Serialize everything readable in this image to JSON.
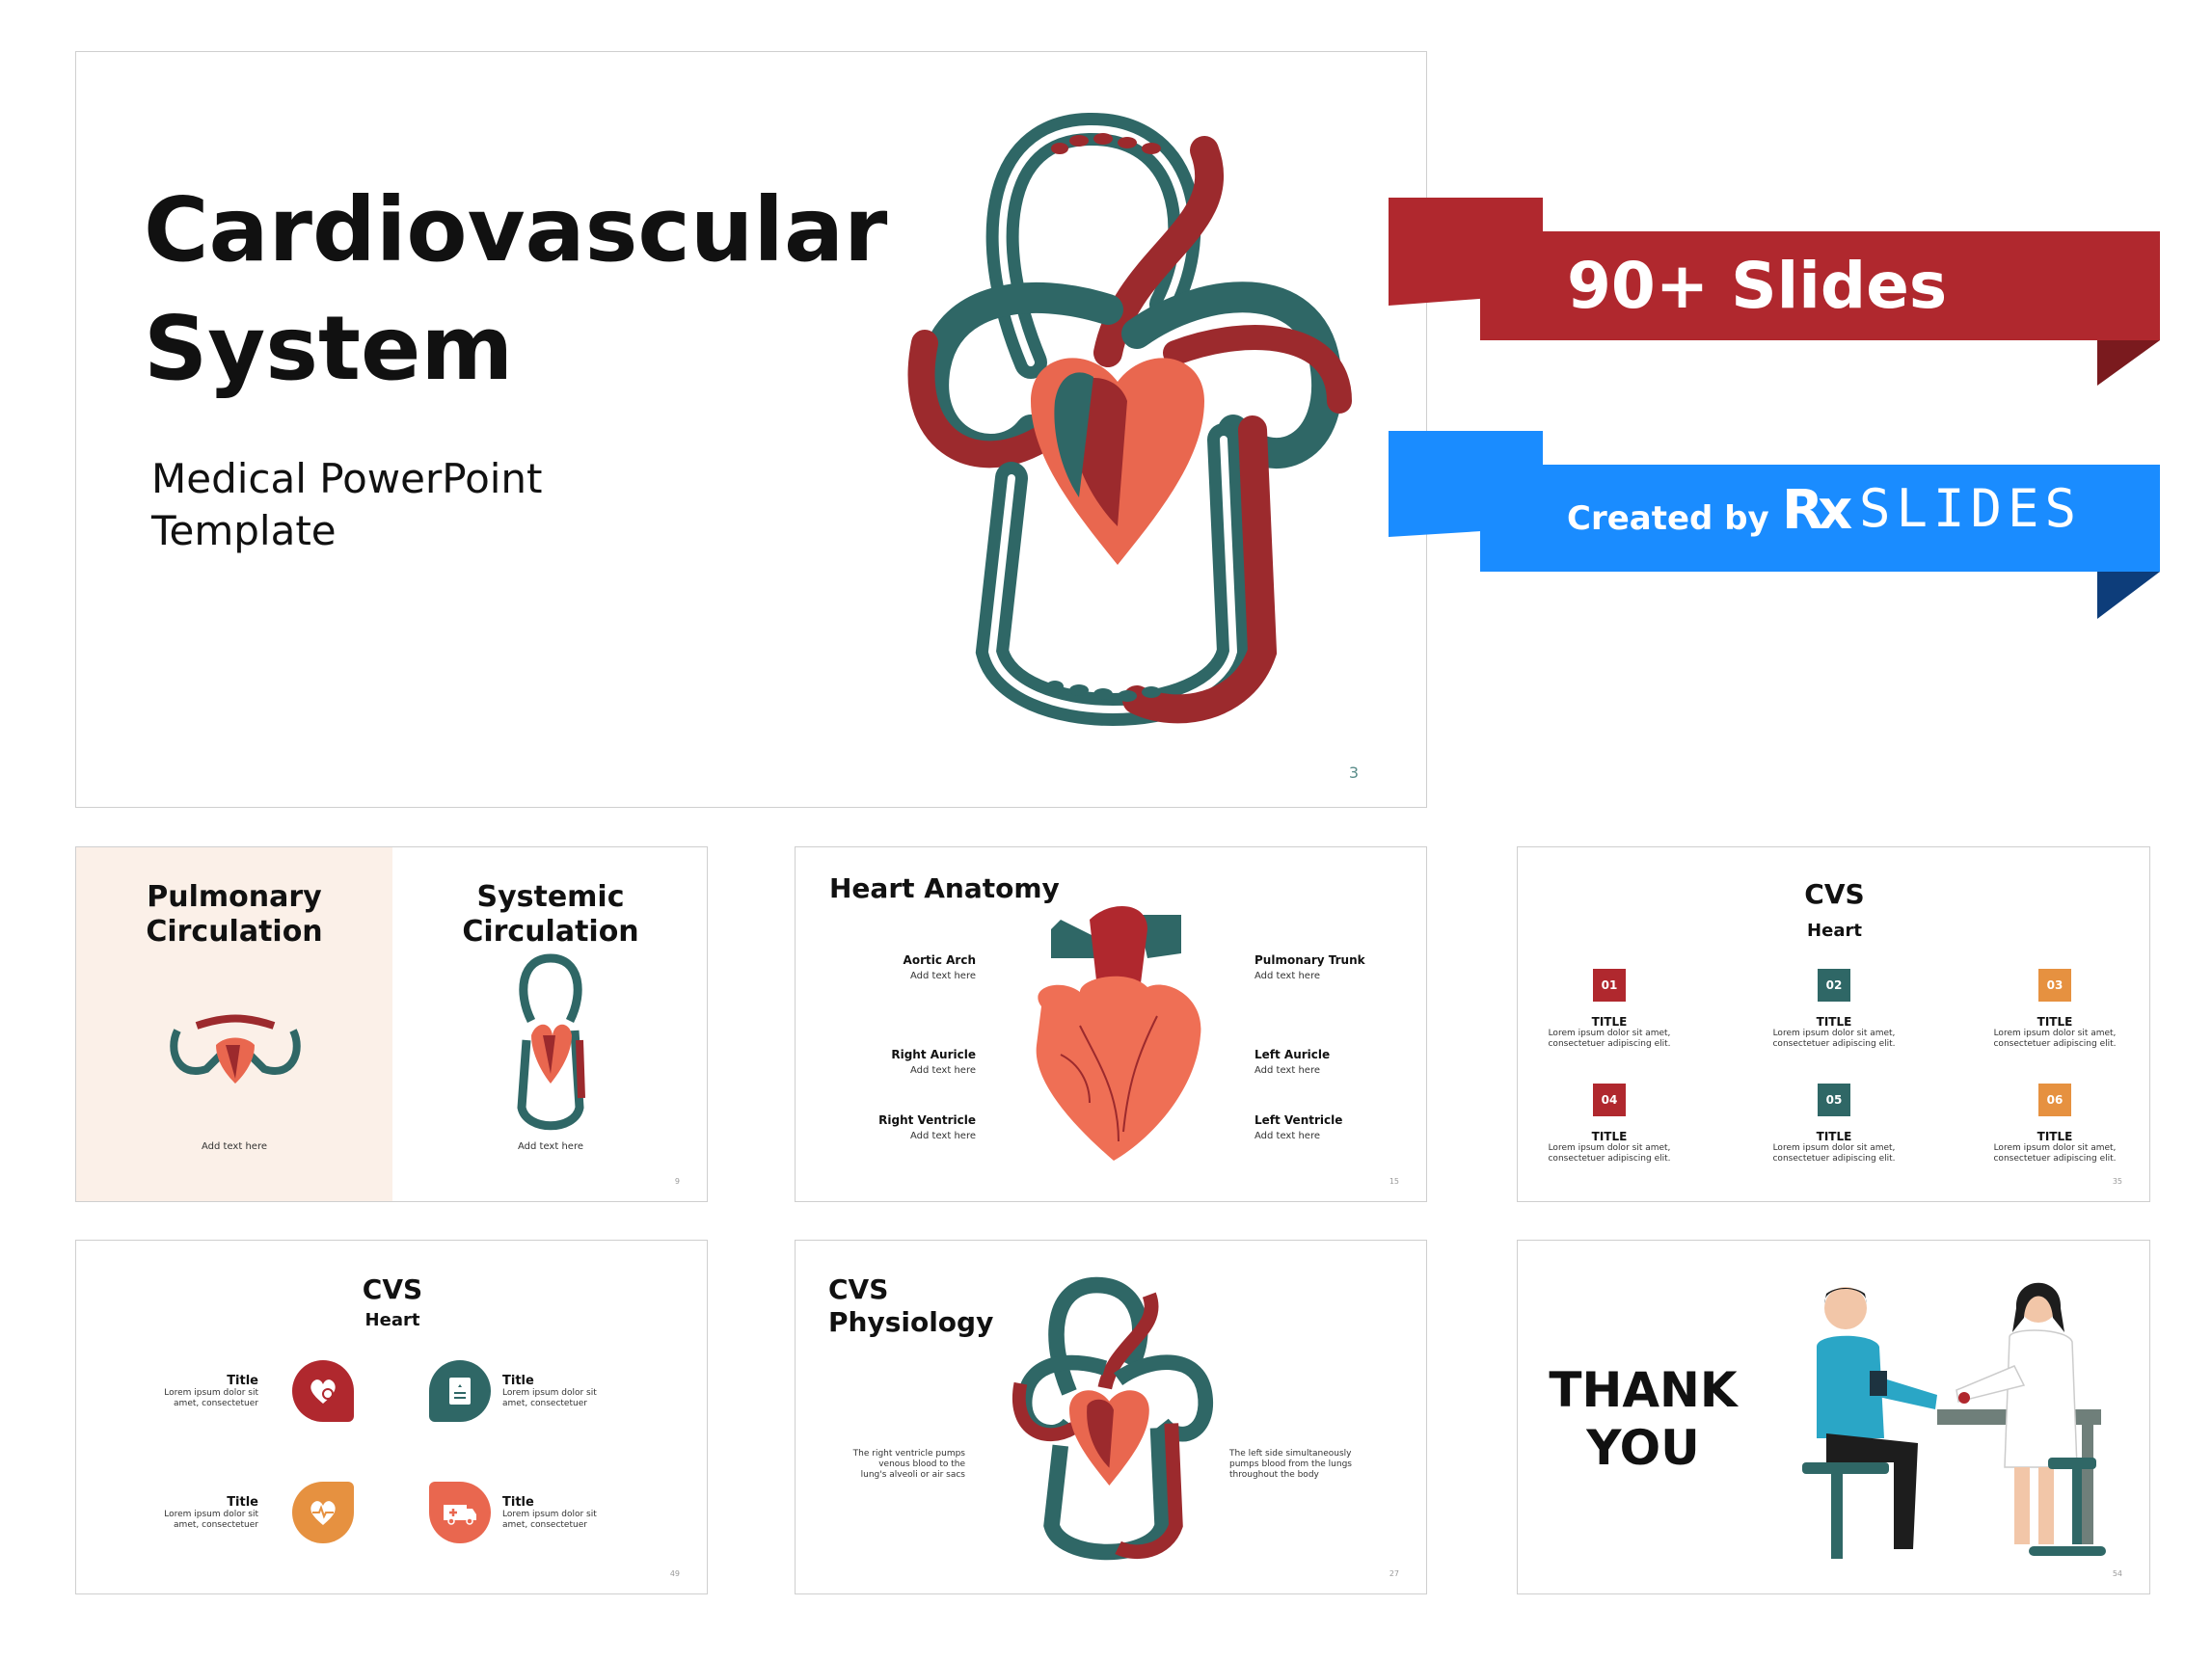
{
  "main_slide": {
    "title_line1": "Cardiovascular",
    "title_line2": "System",
    "subtitle_line1": "Medical PowerPoint",
    "subtitle_line2": "Template",
    "page_number": "3"
  },
  "banners": {
    "slides_count": "90+ Slides",
    "created_by": "Created by",
    "brand_rx": "Rx",
    "brand_name": "SLIDES",
    "red": "#b0282e",
    "blue": "#1a8cff"
  },
  "colors": {
    "teal": "#2f6766",
    "dark_red": "#9c2a2d",
    "salmon": "#e9674f",
    "orange": "#e69140",
    "cream": "#fbf0e8"
  },
  "thumb_circulation": {
    "left_title_1": "Pulmonary",
    "left_title_2": "Circulation",
    "left_caption": "Add text here",
    "right_title_1": "Systemic",
    "right_title_2": "Circulation",
    "right_caption": "Add text here",
    "page_number": "9"
  },
  "thumb_anatomy": {
    "title": "Heart Anatomy",
    "labels": [
      {
        "name": "Aortic Arch",
        "caption": "Add text here"
      },
      {
        "name": "Right Auricle",
        "caption": "Add text here"
      },
      {
        "name": "Right Ventricle",
        "caption": "Add text here"
      },
      {
        "name": "Pulmonary Trunk",
        "caption": "Add text here"
      },
      {
        "name": "Left Auricle",
        "caption": "Add text here"
      },
      {
        "name": "Left Ventricle",
        "caption": "Add text here"
      }
    ],
    "page_number": "15"
  },
  "thumb_cvs_grid": {
    "title": "CVS",
    "subtitle": "Heart",
    "items": [
      {
        "num": "01",
        "title": "TITLE",
        "text1": "Lorem ipsum dolor sit amet,",
        "text2": "consectetuer adipiscing elit."
      },
      {
        "num": "02",
        "title": "TITLE",
        "text1": "Lorem ipsum dolor sit amet,",
        "text2": "consectetuer adipiscing elit."
      },
      {
        "num": "03",
        "title": "TITLE",
        "text1": "Lorem ipsum dolor sit amet,",
        "text2": "consectetuer adipiscing elit."
      },
      {
        "num": "04",
        "title": "TITLE",
        "text1": "Lorem ipsum dolor sit amet,",
        "text2": "consectetuer adipiscing elit."
      },
      {
        "num": "05",
        "title": "TITLE",
        "text1": "Lorem ipsum dolor sit amet,",
        "text2": "consectetuer adipiscing elit."
      },
      {
        "num": "06",
        "title": "TITLE",
        "text1": "Lorem ipsum dolor sit amet,",
        "text2": "consectetuer adipiscing elit."
      }
    ],
    "page_number": "35"
  },
  "thumb_cvs_icons": {
    "title": "CVS",
    "subtitle": "Heart",
    "items": [
      {
        "title": "Title",
        "text1": "Lorem ipsum dolor sit",
        "text2": "amet, consectetuer",
        "icon": "heart-icon"
      },
      {
        "title": "Title",
        "text1": "Lorem ipsum dolor sit",
        "text2": "amet, consectetuer",
        "icon": "medical-record-icon"
      },
      {
        "title": "Title",
        "text1": "Lorem ipsum dolor sit",
        "text2": "amet, consectetuer",
        "icon": "heartbeat-icon"
      },
      {
        "title": "Title",
        "text1": "Lorem ipsum dolor sit",
        "text2": "amet, consectetuer",
        "icon": "ambulance-icon"
      }
    ],
    "page_number": "49"
  },
  "thumb_physiology": {
    "title_1": "CVS",
    "title_2": "Physiology",
    "left_text_1": "The right ventricle pumps",
    "left_text_2": "venous blood to the",
    "left_text_3": "lung's alveoli or air sacs",
    "right_text_1": "The left side simultaneously",
    "right_text_2": "pumps blood from the lungs",
    "right_text_3": "throughout the body",
    "page_number": "27"
  },
  "thumb_thankyou": {
    "line1": "THANK",
    "line2": "YOU",
    "page_number": "54"
  }
}
